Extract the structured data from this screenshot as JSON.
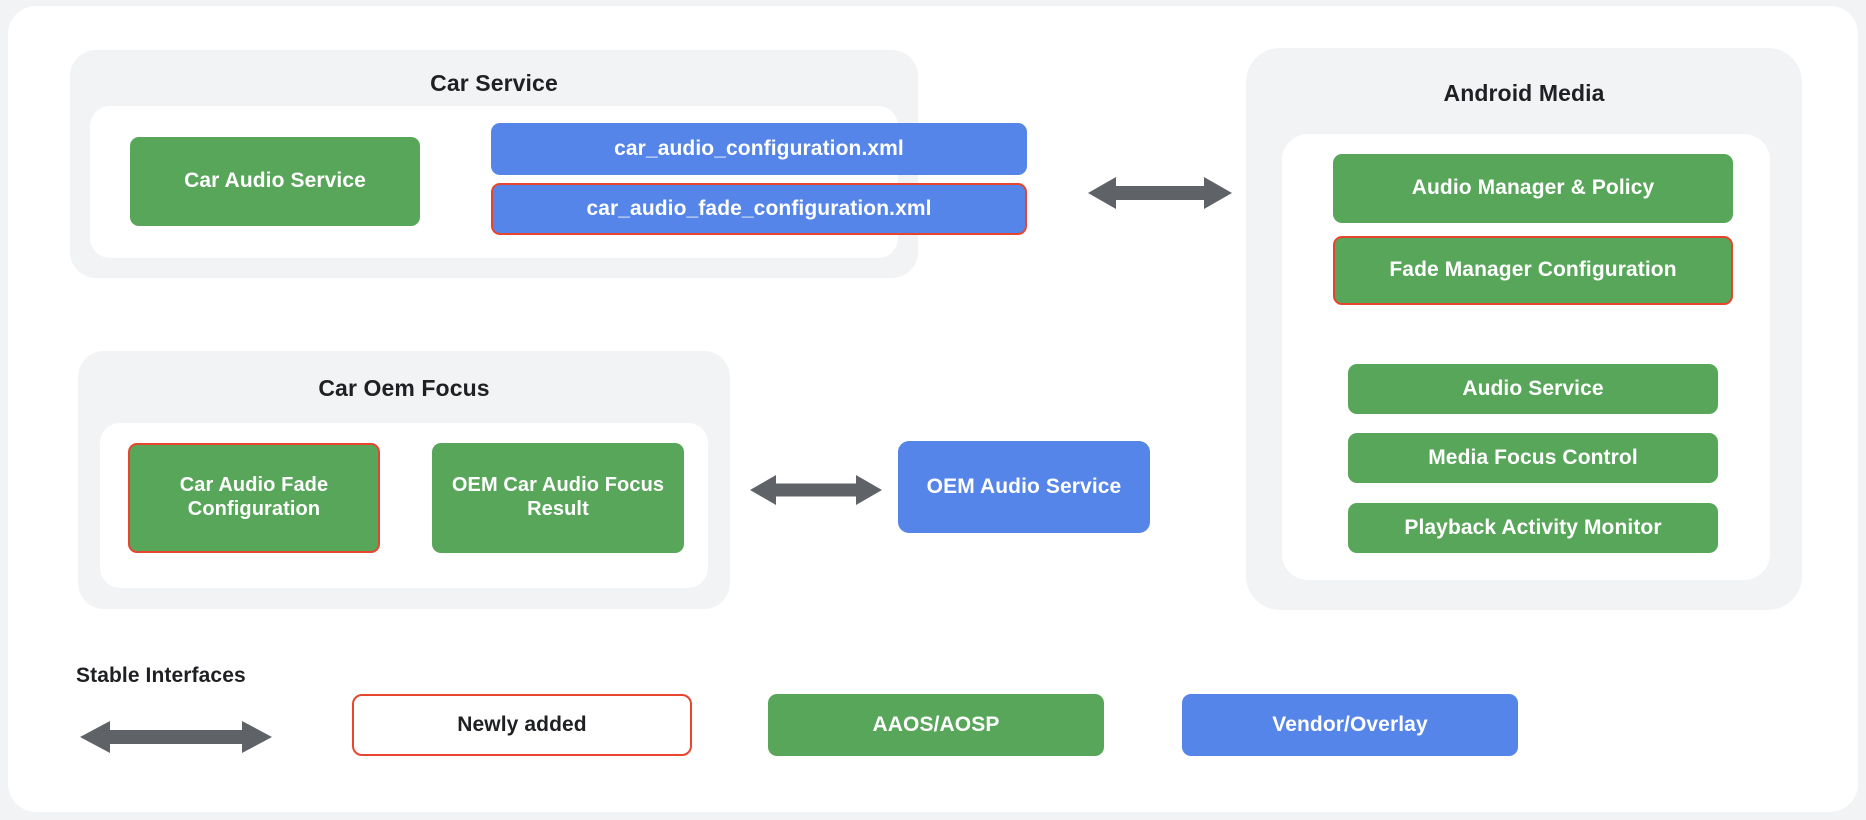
{
  "colors": {
    "page_background": "#F1F3F4",
    "card_background": "#FFFFFF",
    "panel_background": "#F1F3F4",
    "green": "#58A65A",
    "blue": "#5585E8",
    "highlight_red": "#E8452F",
    "arrow_gray": "#5F6368",
    "text_dark": "#1F2023",
    "text_light": "#FFFFFF"
  },
  "panels": {
    "car_service": {
      "title": "Car Service",
      "boxes": [
        {
          "label": "Car Audio Service",
          "color": "green",
          "highlighted": false
        },
        {
          "label": "car_audio_configuration.xml",
          "color": "blue",
          "highlighted": false
        },
        {
          "label": "car_audio_fade_configuration.xml",
          "color": "blue",
          "highlighted": true
        }
      ]
    },
    "car_oem_focus": {
      "title": "Car Oem Focus",
      "boxes": [
        {
          "label": "Car Audio Fade Configuration",
          "color": "green",
          "highlighted": true
        },
        {
          "label": "OEM Car Audio Focus Result",
          "color": "green",
          "highlighted": false
        }
      ]
    },
    "android_media": {
      "title": "Android Media",
      "boxes": [
        {
          "label": "Audio Manager & Policy",
          "color": "green",
          "highlighted": false
        },
        {
          "label": "Fade Manager Configuration",
          "color": "green",
          "highlighted": true
        },
        {
          "label": "Audio Service",
          "color": "green",
          "highlighted": false
        },
        {
          "label": "Media Focus Control",
          "color": "green",
          "highlighted": false
        },
        {
          "label": "Playback Activity Monitor",
          "color": "green",
          "highlighted": false
        }
      ]
    }
  },
  "standalone": {
    "oem_audio_service": {
      "label": "OEM Audio Service",
      "color": "blue"
    }
  },
  "arrows": [
    {
      "name": "car-service-to-android-media",
      "direction": "bidirectional"
    },
    {
      "name": "car-oem-focus-to-oem-audio-service",
      "direction": "bidirectional"
    },
    {
      "name": "legend-stable-interfaces",
      "direction": "bidirectional"
    }
  ],
  "legend": {
    "title": "Stable Interfaces",
    "items": [
      {
        "label": "Newly added",
        "style": "outline-red"
      },
      {
        "label": "AAOS/AOSP",
        "style": "green"
      },
      {
        "label": "Vendor/Overlay",
        "style": "blue"
      }
    ]
  }
}
